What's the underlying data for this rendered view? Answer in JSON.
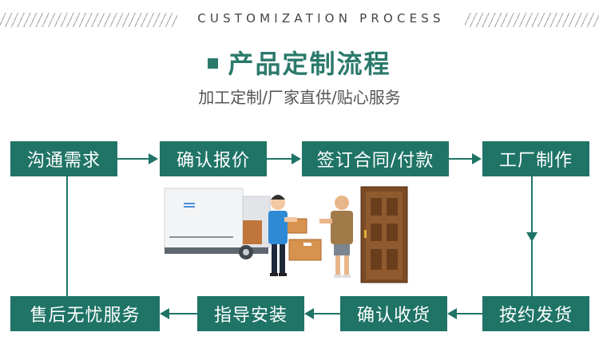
{
  "header": {
    "en_title": "CUSTOMIZATION PROCESS",
    "zh_title": "产品定制流程",
    "subtitle": "加工定制/厂家直供/贴心服务"
  },
  "steps": [
    {
      "label": "沟通需求"
    },
    {
      "label": "确认报价"
    },
    {
      "label": "签订合同/付款"
    },
    {
      "label": "工厂制作"
    },
    {
      "label": "按约发货"
    },
    {
      "label": "确认收货"
    },
    {
      "label": "指导安装"
    },
    {
      "label": "售后无忧服务"
    }
  ],
  "illustration": {
    "subject": "delivery truck, courier handing package to customer, wooden door"
  },
  "colors": {
    "accent": "#1f7466",
    "title": "#2b7a6c"
  }
}
